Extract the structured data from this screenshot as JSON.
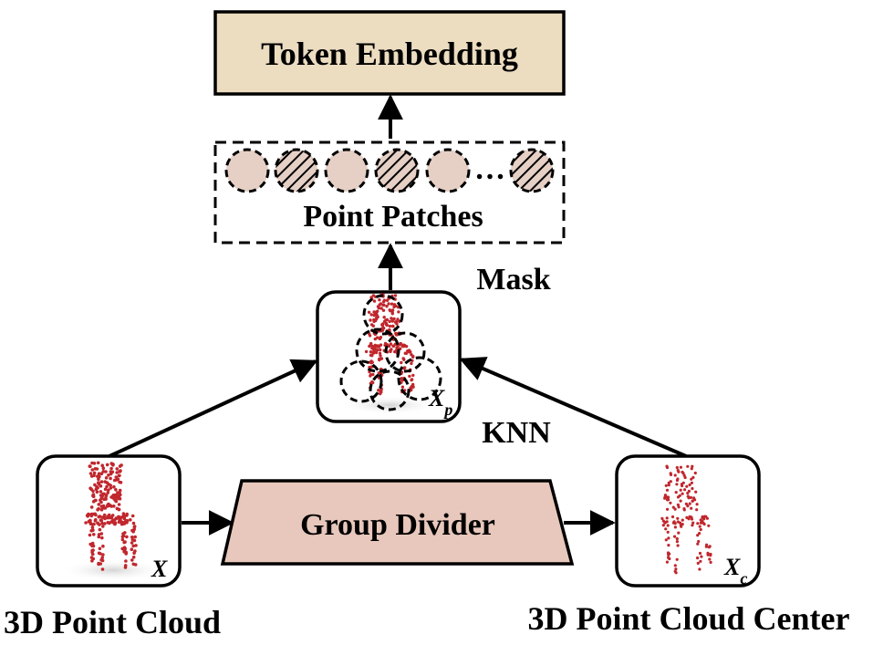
{
  "title_box": {
    "label": "Token Embedding"
  },
  "patches": {
    "label": "Point Patches",
    "ellipsis": "…",
    "sequence": [
      "plain",
      "hatched",
      "plain",
      "hatched",
      "plain",
      "hatched"
    ]
  },
  "mask_label": "Mask",
  "knn_label": "KNN",
  "group_divider": {
    "label": "Group Divider"
  },
  "inputs": {
    "point_cloud": {
      "label": "3D Point Cloud",
      "var": "X"
    },
    "point_cloud_center": {
      "label": "3D Point Cloud Center",
      "var": "X",
      "subscript": "c"
    },
    "patched_cloud": {
      "var": "X",
      "subscript": "p"
    }
  },
  "colors": {
    "embedding_fill": "#ecdcc0",
    "divider_fill": "#e8c8bc",
    "patch_fill": "#e6d0c6",
    "point_color": "#c0272d",
    "stroke": "#000000"
  }
}
